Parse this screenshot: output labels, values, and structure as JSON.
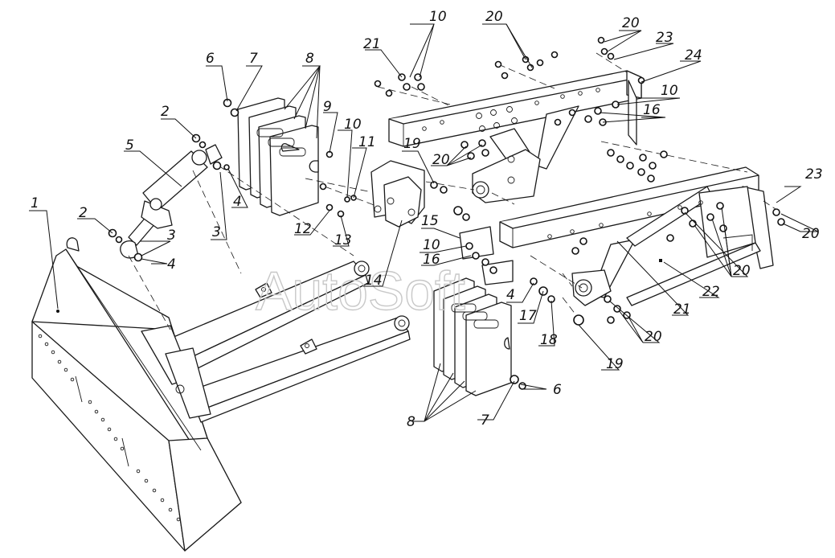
{
  "watermark": "AutoSoft",
  "callouts": [
    {
      "id": "c1",
      "text": "1"
    },
    {
      "id": "c2a",
      "text": "2"
    },
    {
      "id": "c2b",
      "text": "2"
    },
    {
      "id": "c3a",
      "text": "3"
    },
    {
      "id": "c3b",
      "text": "3"
    },
    {
      "id": "c4a",
      "text": "4"
    },
    {
      "id": "c4b",
      "text": "4"
    },
    {
      "id": "c4c",
      "text": "4"
    },
    {
      "id": "c5",
      "text": "5"
    },
    {
      "id": "c6a",
      "text": "6"
    },
    {
      "id": "c6b",
      "text": "6"
    },
    {
      "id": "c7a",
      "text": "7"
    },
    {
      "id": "c7b",
      "text": "7"
    },
    {
      "id": "c8a",
      "text": "8"
    },
    {
      "id": "c8b",
      "text": "8"
    },
    {
      "id": "c9",
      "text": "9"
    },
    {
      "id": "c10a",
      "text": "10"
    },
    {
      "id": "c10b",
      "text": "10"
    },
    {
      "id": "c10c",
      "text": "10"
    },
    {
      "id": "c10d",
      "text": "10"
    },
    {
      "id": "c11",
      "text": "11"
    },
    {
      "id": "c12",
      "text": "12"
    },
    {
      "id": "c13",
      "text": "13"
    },
    {
      "id": "c14",
      "text": "14"
    },
    {
      "id": "c15",
      "text": "15"
    },
    {
      "id": "c16a",
      "text": "16"
    },
    {
      "id": "c16b",
      "text": "16"
    },
    {
      "id": "c17",
      "text": "17"
    },
    {
      "id": "c18",
      "text": "18"
    },
    {
      "id": "c19a",
      "text": "19"
    },
    {
      "id": "c19b",
      "text": "19"
    },
    {
      "id": "c20a",
      "text": "20"
    },
    {
      "id": "c20b",
      "text": "20"
    },
    {
      "id": "c20c",
      "text": "20"
    },
    {
      "id": "c20d",
      "text": "20"
    },
    {
      "id": "c20e",
      "text": "20"
    },
    {
      "id": "c20f",
      "text": "20"
    },
    {
      "id": "c21a",
      "text": "21"
    },
    {
      "id": "c21b",
      "text": "21"
    },
    {
      "id": "c22",
      "text": "22"
    },
    {
      "id": "c23a",
      "text": "23"
    },
    {
      "id": "c23b",
      "text": "23"
    },
    {
      "id": "c24",
      "text": "24"
    }
  ]
}
